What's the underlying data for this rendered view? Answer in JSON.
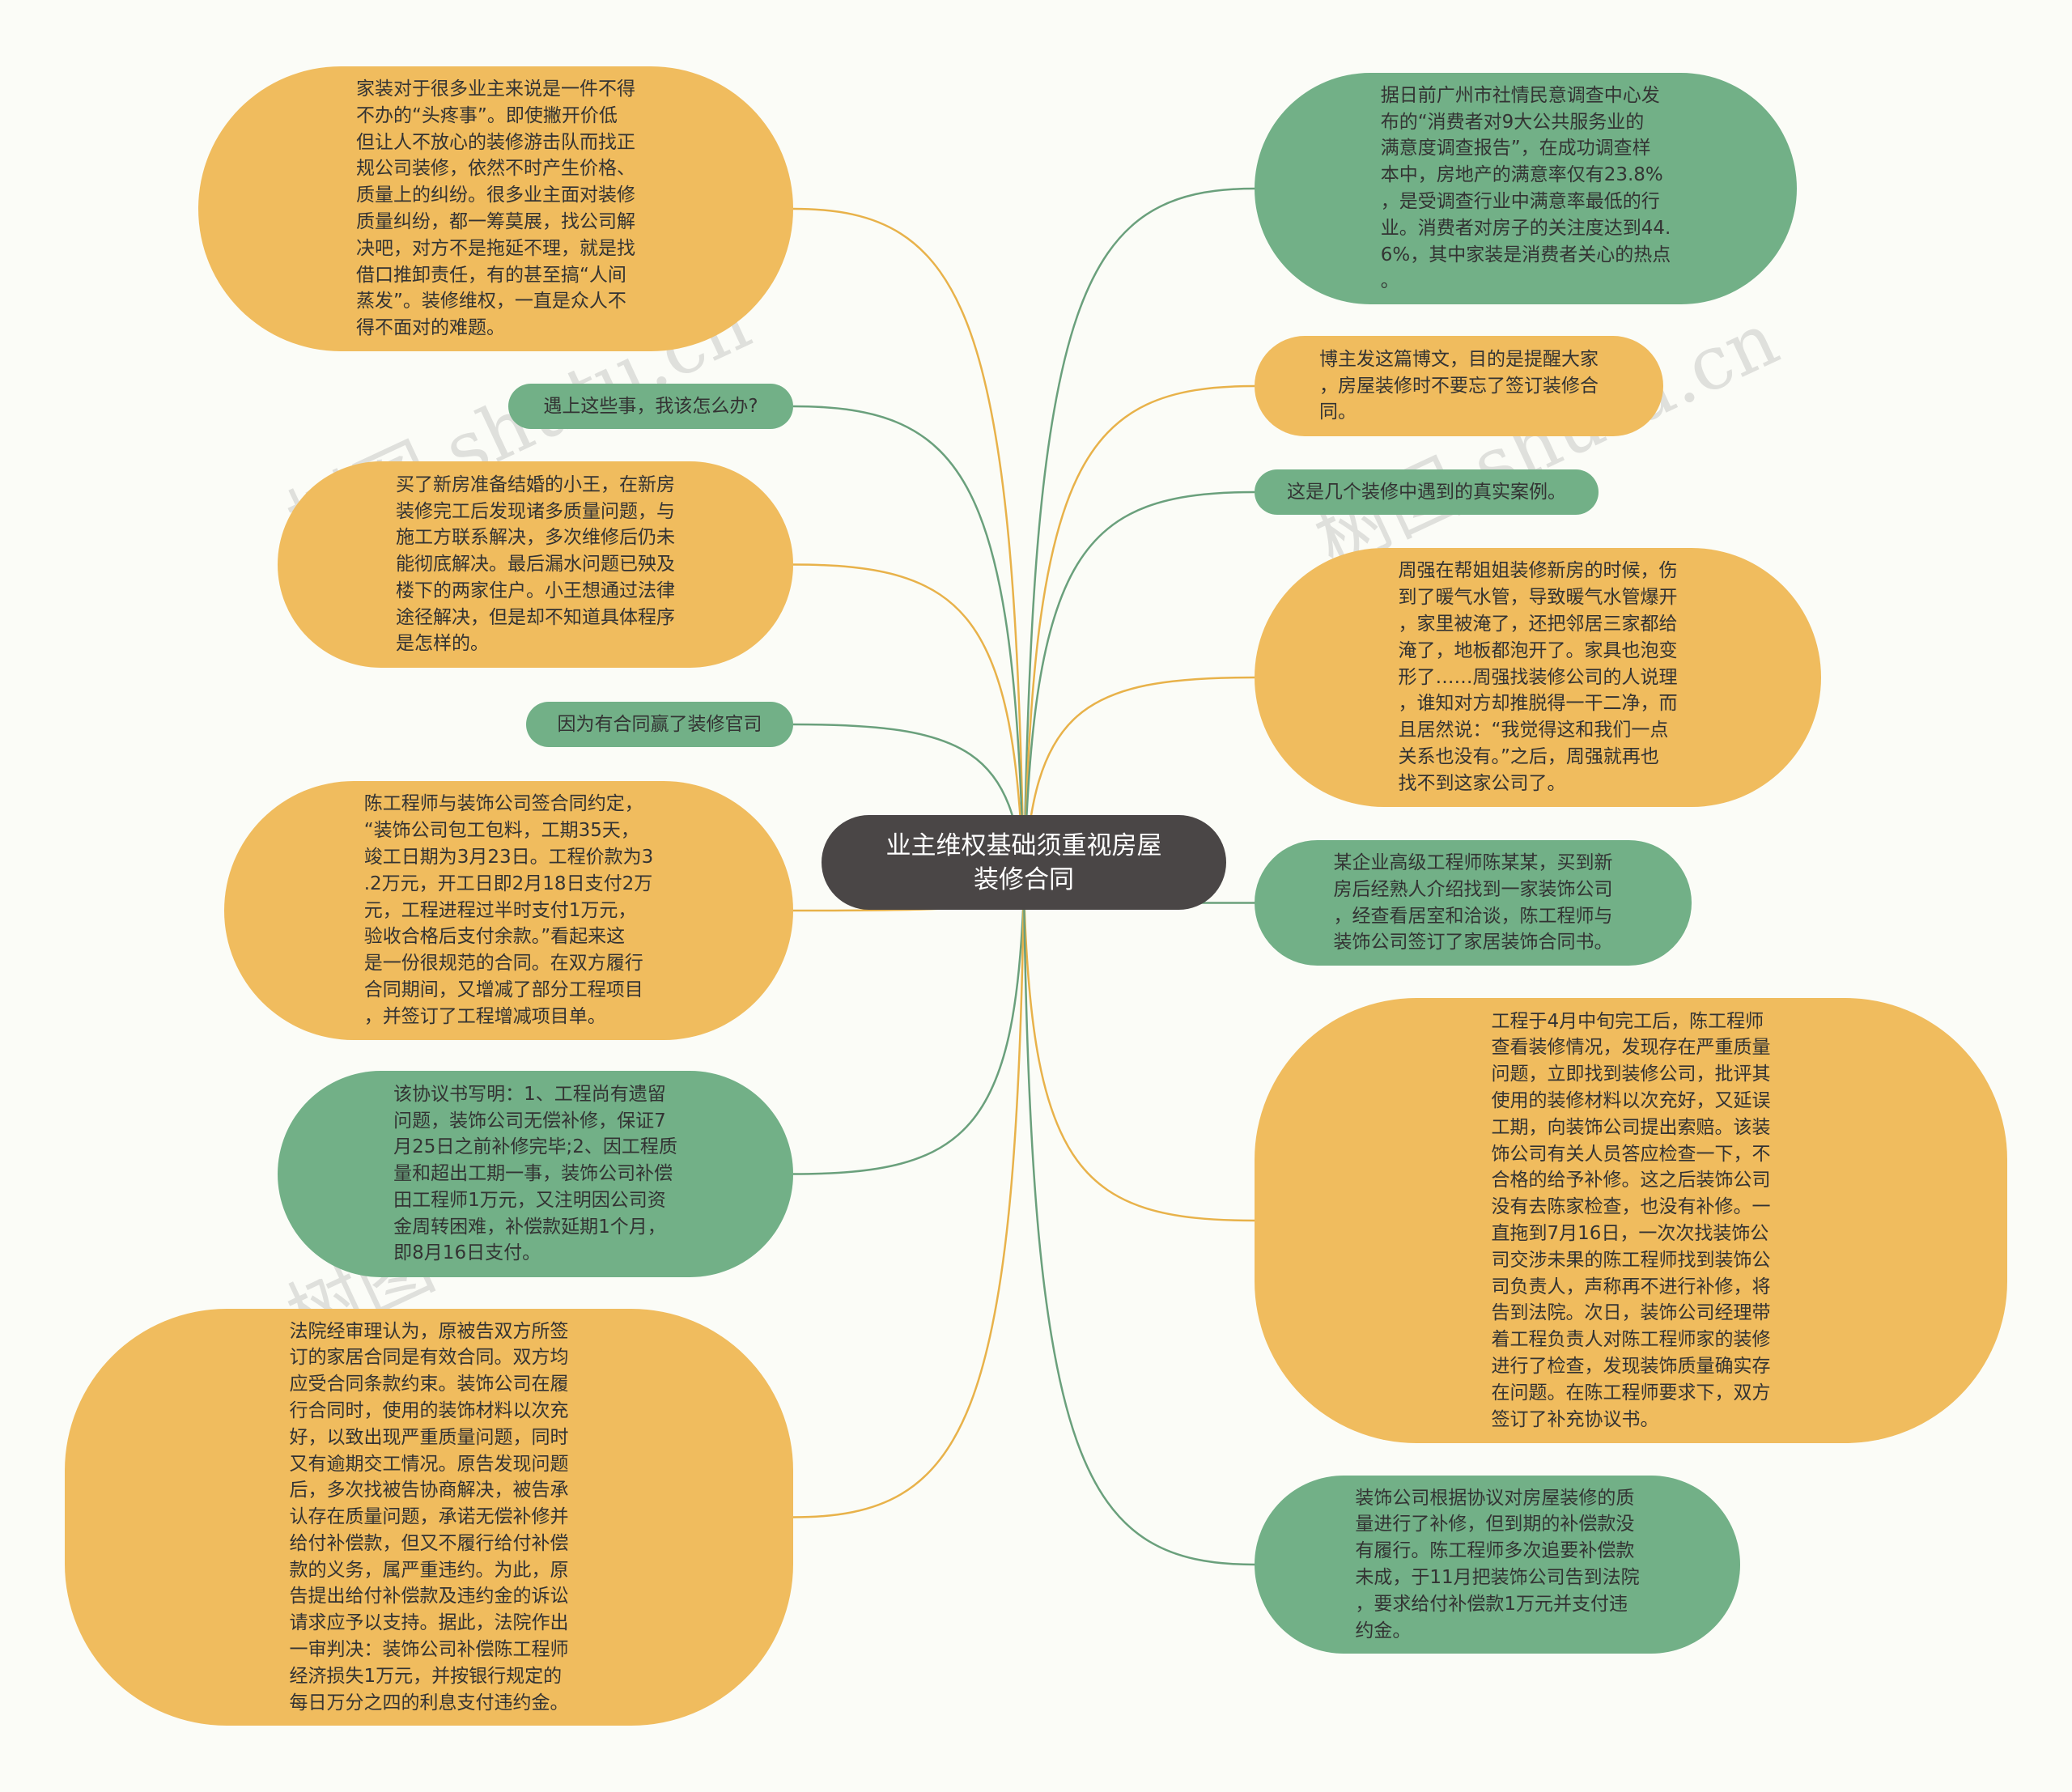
{
  "center": {
    "title": "业主维权基础须重视房屋\n装修合同"
  },
  "colors": {
    "yellow": "#f0bc5e",
    "green": "#72b087",
    "center": "#4a4646",
    "line_yellow": "#e8b24a",
    "line_green": "#6aa07c"
  },
  "left_nodes": [
    {
      "color": "yellow",
      "text": "家装对于很多业主来说是一件不得\n不办的“头疼事”。即使撇开价低\n但让人不放心的装修游击队而找正\n规公司装修，依然不时产生价格、\n质量上的纠纷。很多业主面对装修\n质量纠纷，都一筹莫展，找公司解\n决吧，对方不是拖延不理，就是找\n借口推卸责任，有的甚至搞“人间\n蒸发”。装修维权，一直是众人不\n得不面对的难题。"
    },
    {
      "color": "green",
      "text": "遇上这些事，我该怎么办?"
    },
    {
      "color": "yellow",
      "text": "买了新房准备结婚的小王，在新房\n装修完工后发现诸多质量问题，与\n施工方联系解决，多次维修后仍未\n能彻底解决。最后漏水问题已殃及\n楼下的两家住户。小王想通过法律\n途径解决，但是却不知道具体程序\n是怎样的。"
    },
    {
      "color": "green",
      "text": "因为有合同赢了装修官司"
    },
    {
      "color": "yellow",
      "text": "陈工程师与装饰公司签合同约定，\n“装饰公司包工包料，工期35天，\n竣工日期为3月23日。工程价款为3\n.2万元，开工日即2月18日支付2万\n元，工程进程过半时支付1万元，\n验收合格后支付余款。”看起来这\n是一份很规范的合同。在双方履行\n合同期间，又增减了部分工程项目\n，并签订了工程增减项目单。"
    },
    {
      "color": "green",
      "text": "该协议书写明：1、工程尚有遗留\n问题，装饰公司无偿补修，保证7\n月25日之前补修完毕;2、因工程质\n量和超出工期一事，装饰公司补偿\n田工程师1万元，又注明因公司资\n金周转困难，补偿款延期1个月，\n即8月16日支付。"
    },
    {
      "color": "yellow",
      "text": "法院经审理认为，原被告双方所签\n订的家居合同是有效合同。双方均\n应受合同条款约束。装饰公司在履\n行合同时，使用的装饰材料以次充\n好，以致出现严重质量问题，同时\n又有逾期交工情况。原告发现问题\n后，多次找被告协商解决，被告承\n认存在质量问题，承诺无偿补修并\n给付补偿款，但又不履行给付补偿\n款的义务，属严重违约。为此，原\n告提出给付补偿款及违约金的诉讼\n请求应予以支持。据此，法院作出\n一审判决：装饰公司补偿陈工程师\n经济损失1万元，并按银行规定的\n每日万分之四的利息支付违约金。"
    }
  ],
  "right_nodes": [
    {
      "color": "green",
      "text": "据日前广州市社情民意调查中心发\n布的“消费者对9大公共服务业的\n满意度调查报告”，在成功调查样\n本中，房地产的满意率仅有23.8%\n，是受调查行业中满意率最低的行\n业。消费者对房子的关注度达到44.\n6%，其中家装是消费者关心的热点\n。"
    },
    {
      "color": "yellow",
      "text": "博主发这篇博文，目的是提醒大家\n，房屋装修时不要忘了签订装修合\n同。"
    },
    {
      "color": "green",
      "text": "这是几个装修中遇到的真实案例。"
    },
    {
      "color": "yellow",
      "text": "周强在帮姐姐装修新房的时候，伤\n到了暖气水管，导致暖气水管爆开\n，家里被淹了，还把邻居三家都给\n淹了，地板都泡开了。家具也泡变\n形了……周强找装修公司的人说理\n，谁知对方却推脱得一干二净，而\n且居然说：“我觉得这和我们一点\n关系也没有。”之后，周强就再也\n找不到这家公司了。"
    },
    {
      "color": "green",
      "text": "某企业高级工程师陈某某，买到新\n房后经熟人介绍找到一家装饰公司\n，经查看居室和洽谈，陈工程师与\n装饰公司签订了家居装饰合同书。"
    },
    {
      "color": "yellow",
      "text": "工程于4月中旬完工后，陈工程师\n查看装修情况，发现存在严重质量\n问题，立即找到装修公司，批评其\n使用的装修材料以次充好，又延误\n工期，向装饰公司提出索赔。该装\n饰公司有关人员答应检查一下，不\n合格的给予补修。这之后装饰公司\n没有去陈家检查，也没有补修。一\n直拖到7月16日，一次次找装饰公\n司交涉未果的陈工程师找到装饰公\n司负责人，声称再不进行补修，将\n告到法院。次日，装饰公司经理带\n着工程负责人对陈工程师家的装修\n进行了检查，发现装饰质量确实存\n在问题。在陈工程师要求下，双方\n签订了补充协议书。"
    },
    {
      "color": "green",
      "text": "装饰公司根据协议对房屋装修的质\n量进行了补修，但到期的补偿款没\n有履行。陈工程师多次追要补偿款\n未成，于11月把装饰公司告到法院\n，要求给付补偿款1万元并支付违\n约金。"
    }
  ],
  "watermark": {
    "text": "树图 shutu.cn"
  }
}
